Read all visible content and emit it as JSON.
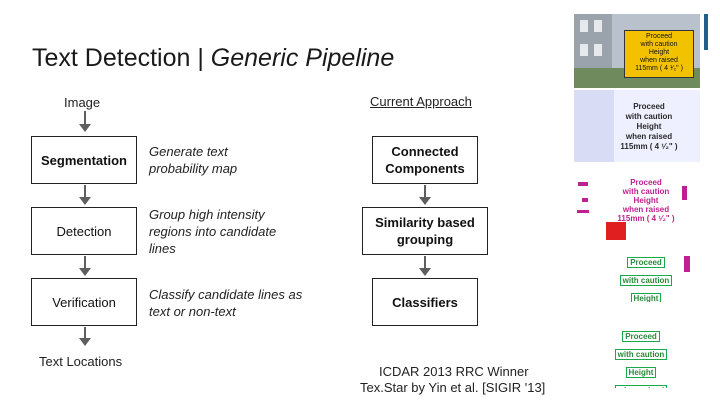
{
  "title": {
    "main": "Text Detection | ",
    "italic": "Generic Pipeline"
  },
  "left_column": {
    "input_label": "Image",
    "steps": [
      {
        "label": "Segmentation",
        "description": "Generate text probability map"
      },
      {
        "label": "Detection",
        "description": "Group high intensity regions into candidate lines"
      },
      {
        "label": "Verification",
        "description": "Classify candidate lines as text or non-text"
      }
    ],
    "output_label": "Text Locations"
  },
  "right_column": {
    "heading": "Current Approach",
    "steps": [
      "Connected Components",
      "Similarity based grouping",
      "Classifiers"
    ],
    "citation_line1": "ICDAR 2013 RRC Winner",
    "citation_line2": "Tex.Star by Yin et al. [SIGIR '13]"
  },
  "sign_text": {
    "line1": "Proceed",
    "line2": "with caution",
    "line3": "Height",
    "line4": "when raised",
    "line5": "115mm ( 4 ¹⁄₂\" )"
  },
  "colors": {
    "accent": "#1f5f8b",
    "sign_yellow": "#f2c200",
    "detection_green": "#1aa84a",
    "candidate_magenta": "#c0208f",
    "reject_red": "#e02020"
  }
}
